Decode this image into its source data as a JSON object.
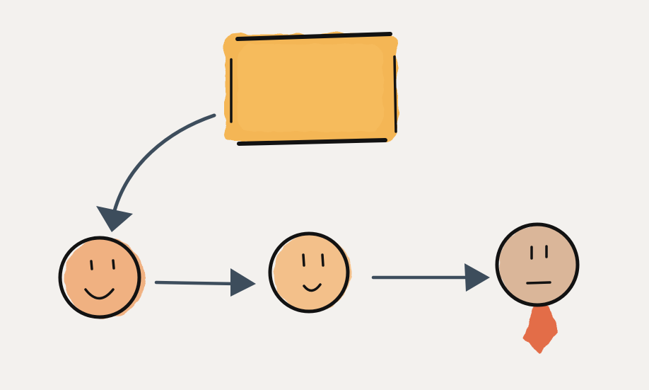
{
  "diagram": {
    "nodes": [
      {
        "id": "source-box",
        "kind": "box"
      },
      {
        "id": "happy-face",
        "kind": "face",
        "expression": "smile"
      },
      {
        "id": "content-face",
        "kind": "face",
        "expression": "small-smile"
      },
      {
        "id": "neutral-face-with-tie",
        "kind": "face",
        "expression": "neutral",
        "accessory": "tie"
      }
    ],
    "edges": [
      {
        "from": "source-box",
        "to": "happy-face",
        "style": "curved-arrow"
      },
      {
        "from": "happy-face",
        "to": "content-face",
        "style": "straight-arrow"
      },
      {
        "from": "content-face",
        "to": "neutral-face-with-tie",
        "style": "straight-arrow"
      }
    ],
    "colors": {
      "background": "#f3f1ee",
      "box_fill": "#f5b24a",
      "arrow": "#3d4d5c",
      "outline": "#121212",
      "face_happy": "#f0ae7c",
      "face_content": "#f3be85",
      "face_neutral": "#d9b395",
      "tie": "#e2623a"
    }
  }
}
